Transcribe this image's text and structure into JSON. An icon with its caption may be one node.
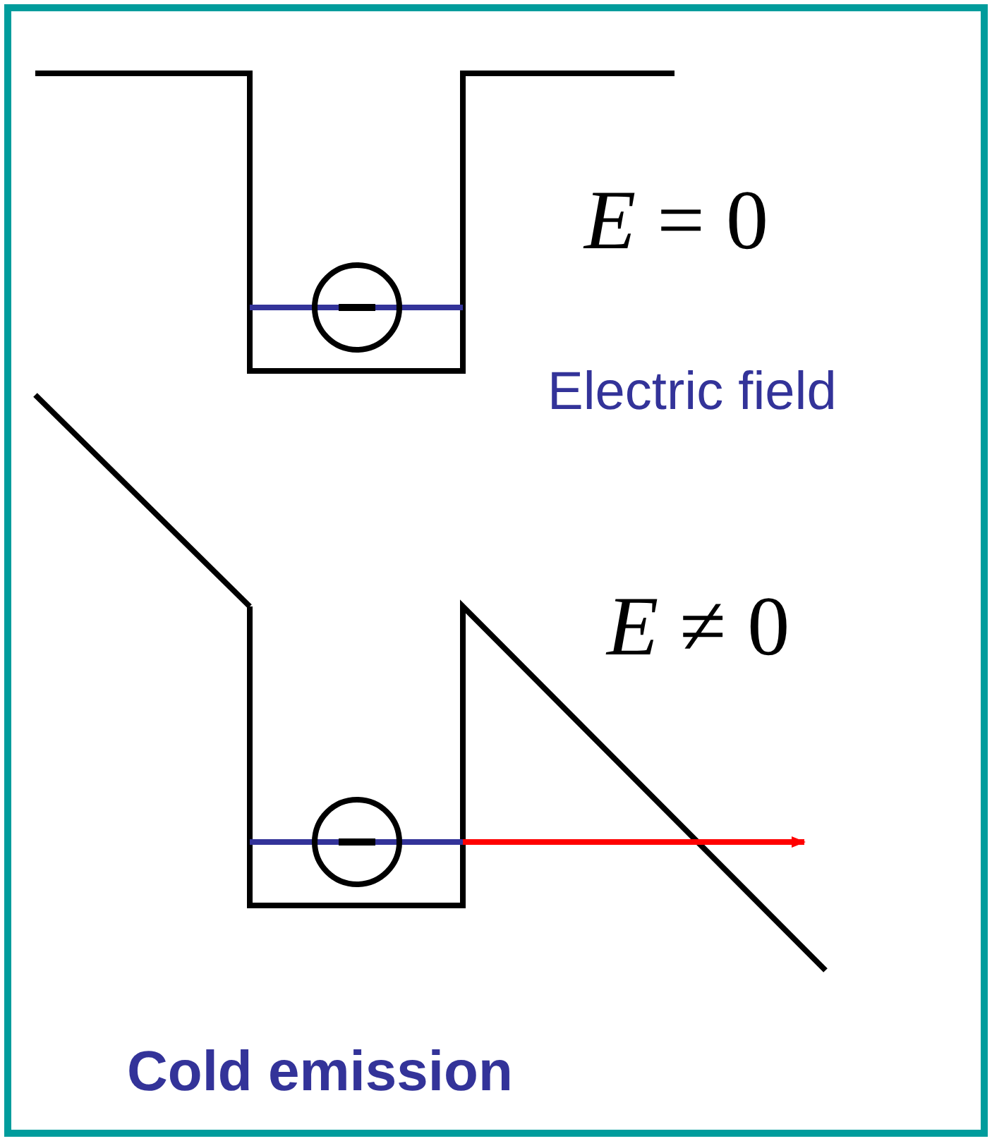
{
  "diagram": {
    "caption": "Cold emission",
    "labels": [
      "*E* = 0",
      "Electric field",
      "*E* ≠ 0"
    ]
  }
}
